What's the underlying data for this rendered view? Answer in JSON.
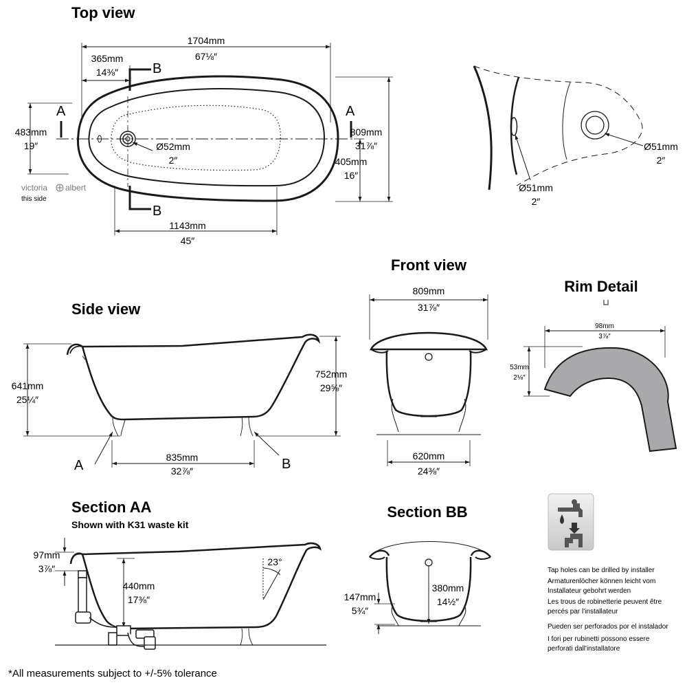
{
  "titles": {
    "top_view": "Top view",
    "front_view": "Front view",
    "rim_detail": "Rim Detail",
    "side_view": "Side view",
    "section_aa": "Section AA",
    "section_aa_sub": "Shown with K31 waste kit",
    "section_bb": "Section BB"
  },
  "top_view": {
    "length_mm": "1704mm",
    "length_in": "67⅛″",
    "head_mm": "365mm",
    "head_in": "14⅜″",
    "height_mm": "483mm",
    "height_in": "19″",
    "width_mm": "809mm",
    "width_in": "31⅞″",
    "half_mm": "405mm",
    "half_in": "16″",
    "waste_mm": "Ø52mm",
    "waste_in": "2″",
    "base_mm": "1143mm",
    "base_in": "45″",
    "section_a": "A",
    "section_b": "B",
    "brand_left": "victoria",
    "brand_right": "albert",
    "this_side": "this side"
  },
  "tap_detail": {
    "hole1_mm": "Ø51mm",
    "hole1_in": "2″",
    "hole2_mm": "Ø51mm",
    "hole2_in": "2″"
  },
  "front_view": {
    "width_mm": "809mm",
    "width_in": "31⅞″",
    "feet_mm": "620mm",
    "feet_in": "24⅜″"
  },
  "rim_detail": {
    "width_mm": "98mm",
    "width_in": "3⅞″",
    "height_mm": "53mm",
    "height_in": "2⅛″"
  },
  "side_view": {
    "height_mm": "641mm",
    "height_in": "25¼″",
    "total_mm": "752mm",
    "total_in": "29⅝″",
    "feet_mm": "835mm",
    "feet_in": "32⅞″",
    "label_a": "A",
    "label_b": "B"
  },
  "section_aa": {
    "rim_mm": "97mm",
    "rim_in": "3⅞″",
    "depth_mm": "440mm",
    "depth_in": "17⅜″",
    "angle": "23°"
  },
  "section_bb": {
    "feet_mm": "147mm",
    "feet_in": "5¾″",
    "depth_mm": "380mm",
    "depth_in": "14½″"
  },
  "notes": [
    "Tap holes can be drilled by installer",
    "Armaturenlöcher können leicht vom",
    "Installateur gebohrt werden",
    "Les trous de robinetterie peuvent être",
    "percés par l'installateur",
    "Pueden ser perforados por el instalador",
    "I fori per rubinetti possono essere",
    "perforati dall'installatore"
  ],
  "footer": "*All measurements subject to +/-5% tolerance",
  "colors": {
    "line": "#1a1a1a",
    "rim_fill": "#a9a9ab",
    "icon_bg": "#d9d9d9"
  }
}
